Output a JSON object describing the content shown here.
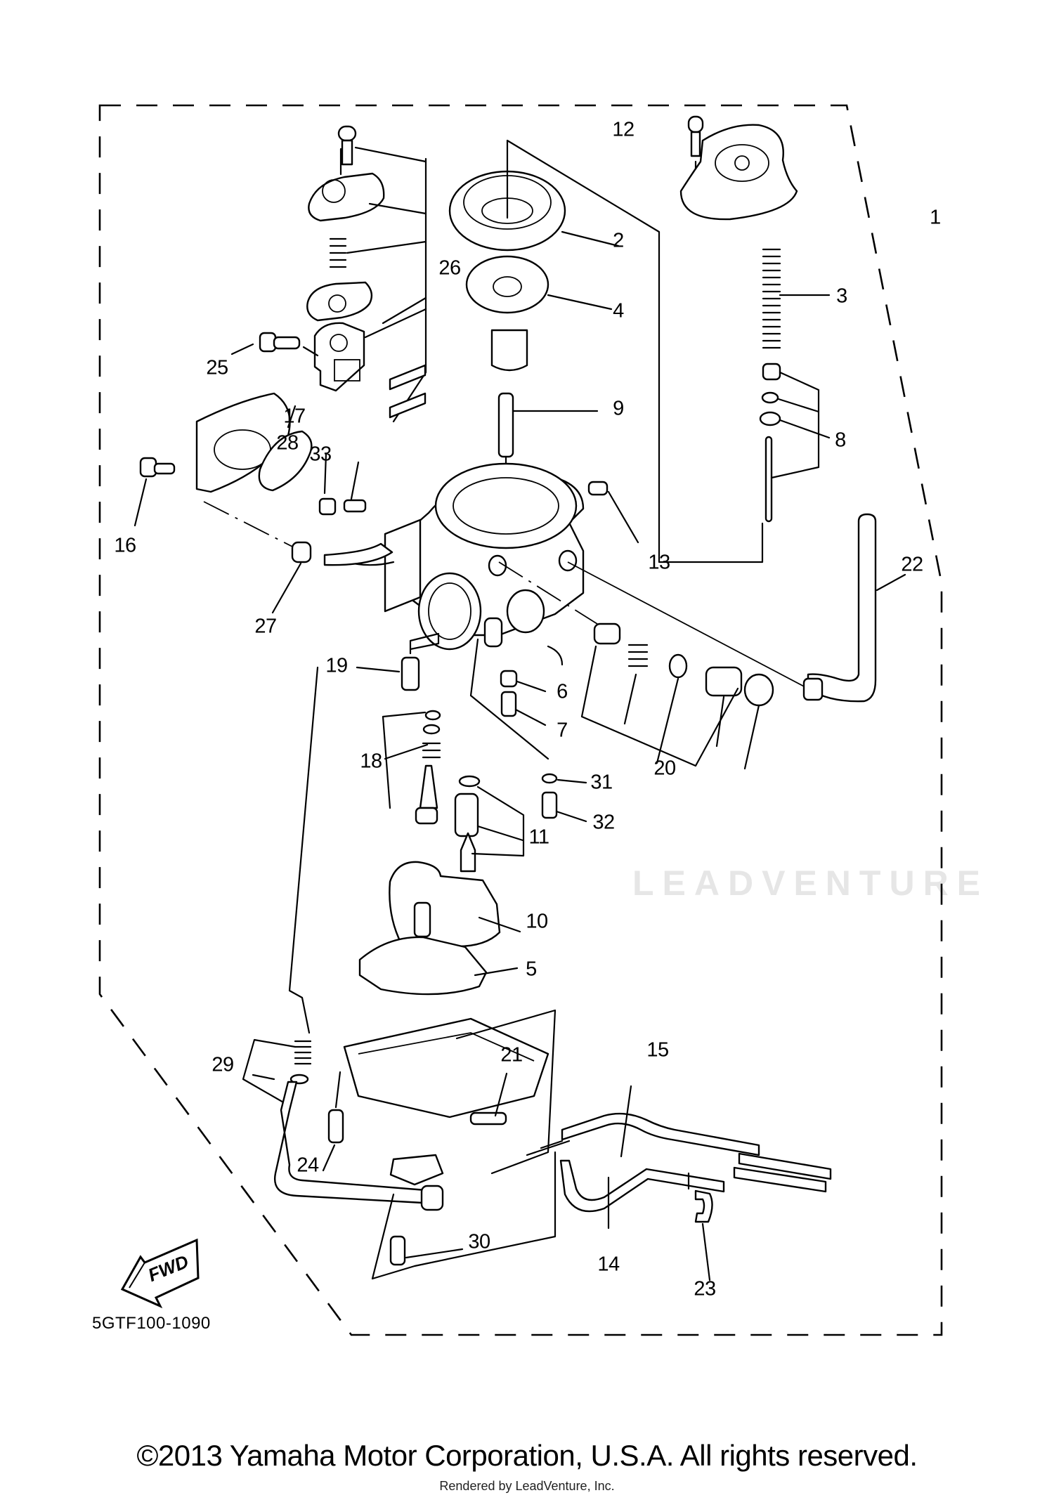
{
  "diagram": {
    "title_code": "5GTF100-1090",
    "watermark": "LEADVENTURE",
    "fwd_label": "FWD",
    "callouts": [
      {
        "id": "c1",
        "label": "1"
      },
      {
        "id": "c2",
        "label": "2"
      },
      {
        "id": "c3",
        "label": "3"
      },
      {
        "id": "c4",
        "label": "4"
      },
      {
        "id": "c5",
        "label": "5"
      },
      {
        "id": "c6",
        "label": "6"
      },
      {
        "id": "c7",
        "label": "7"
      },
      {
        "id": "c8",
        "label": "8"
      },
      {
        "id": "c9",
        "label": "9"
      },
      {
        "id": "c10",
        "label": "10"
      },
      {
        "id": "c11",
        "label": "11"
      },
      {
        "id": "c12",
        "label": "12"
      },
      {
        "id": "c13",
        "label": "13"
      },
      {
        "id": "c14",
        "label": "14"
      },
      {
        "id": "c15",
        "label": "15"
      },
      {
        "id": "c16",
        "label": "16"
      },
      {
        "id": "c17",
        "label": "17"
      },
      {
        "id": "c18",
        "label": "18"
      },
      {
        "id": "c19",
        "label": "19"
      },
      {
        "id": "c20",
        "label": "20"
      },
      {
        "id": "c21",
        "label": "21"
      },
      {
        "id": "c22",
        "label": "22"
      },
      {
        "id": "c23",
        "label": "23"
      },
      {
        "id": "c24",
        "label": "24"
      },
      {
        "id": "c25",
        "label": "25"
      },
      {
        "id": "c26",
        "label": "26"
      },
      {
        "id": "c27",
        "label": "27"
      },
      {
        "id": "c28",
        "label": "28"
      },
      {
        "id": "c29",
        "label": "29"
      },
      {
        "id": "c30",
        "label": "30"
      },
      {
        "id": "c31",
        "label": "31"
      },
      {
        "id": "c32",
        "label": "32"
      },
      {
        "id": "c33",
        "label": "33"
      }
    ]
  },
  "footer": {
    "copyright": "©2013 Yamaha Motor Corporation, U.S.A. All rights reserved.",
    "rendered_by": "Rendered by LeadVenture, Inc."
  }
}
